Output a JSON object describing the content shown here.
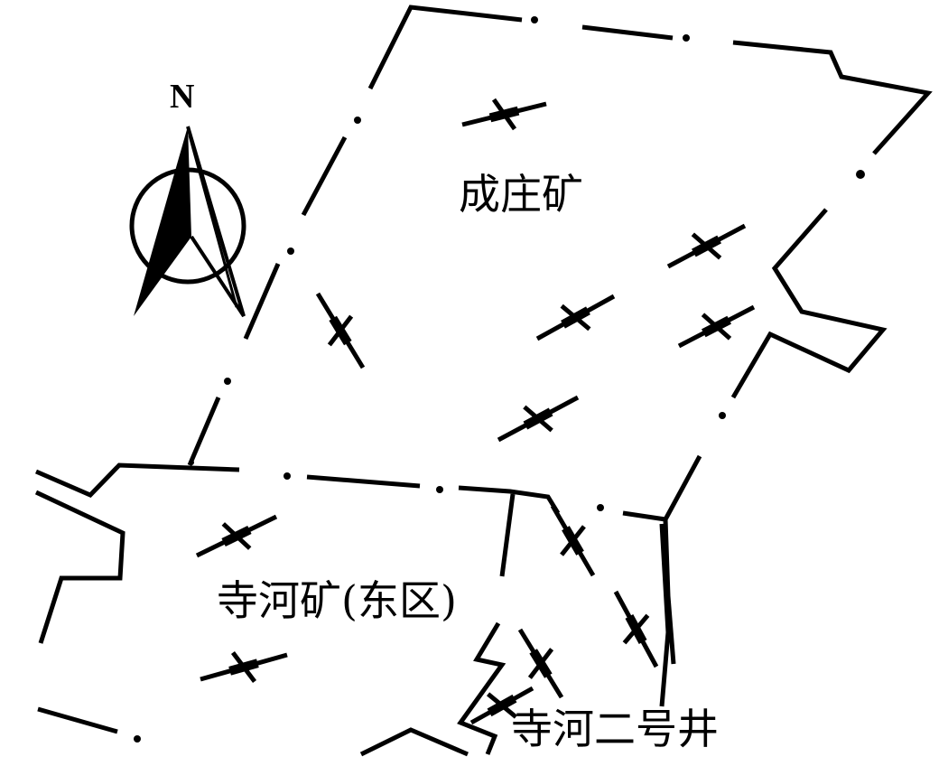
{
  "north_label": "N",
  "mines": [
    {
      "name": "成庄矿"
    },
    {
      "name": "寺河矿(东区)"
    },
    {
      "name": "寺河二号井"
    }
  ],
  "colors": {
    "line": "#000000",
    "background": "#ffffff"
  }
}
